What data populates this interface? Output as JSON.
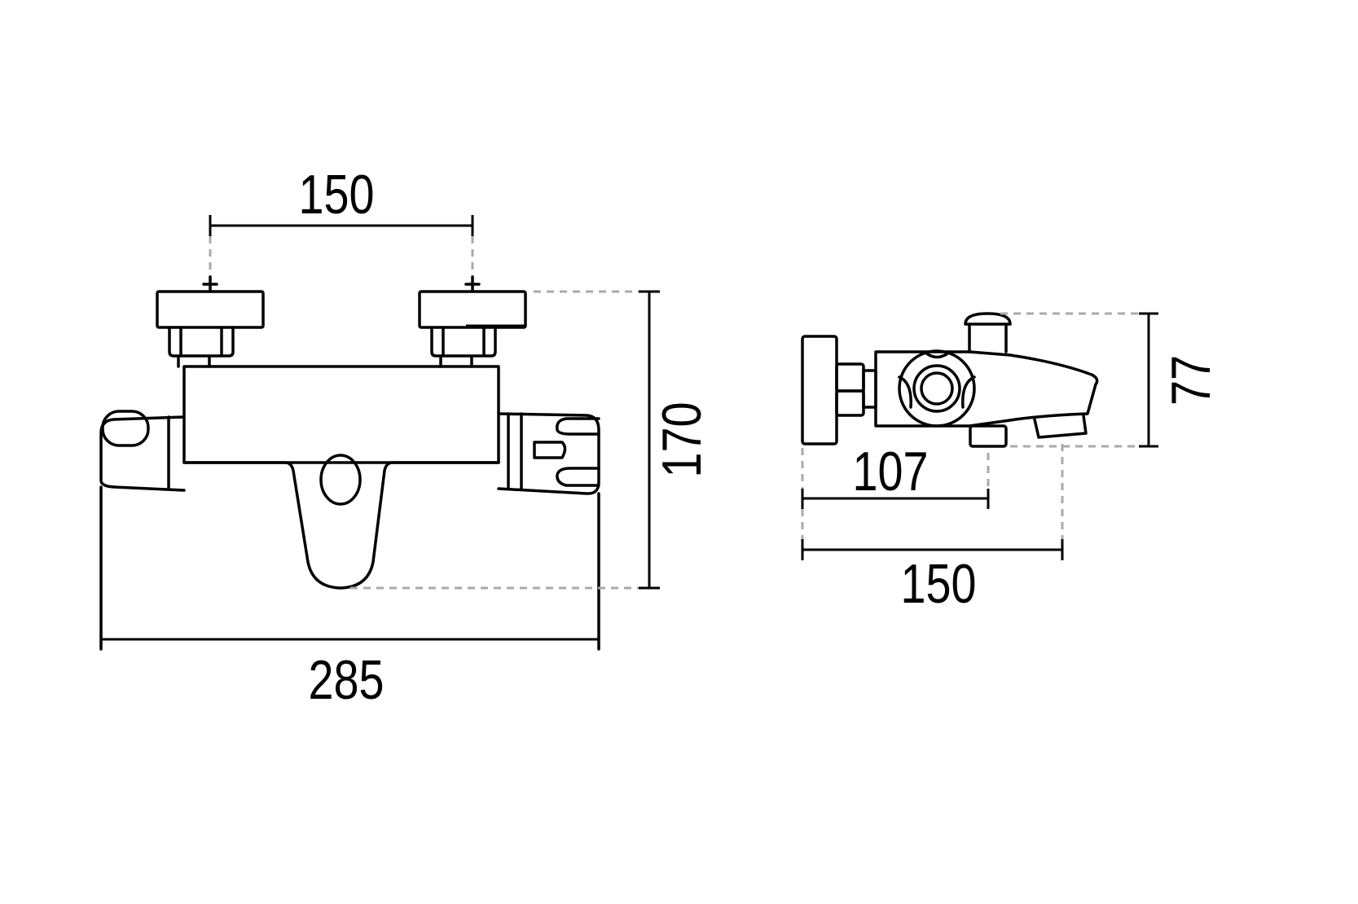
{
  "drawing": {
    "front_view": {
      "dim_inlet_spacing": "150",
      "dim_width": "285",
      "dim_height": "170"
    },
    "side_view": {
      "dim_height": "77",
      "dim_depth_body": "107",
      "dim_depth_total": "150"
    }
  }
}
